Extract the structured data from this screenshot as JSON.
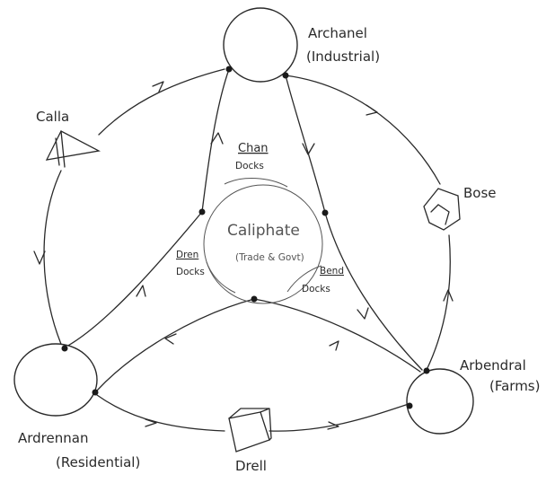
{
  "hubs": {
    "archanel": {
      "name": "Archanel",
      "role": "(Industrial)"
    },
    "ardrennan": {
      "name": "Ardrennan",
      "role": "(Residential)"
    },
    "arbendral": {
      "name": "Arbendral",
      "role": "(Farms)"
    },
    "caliphate": {
      "name": "Caliphate",
      "role": "(Trade & Govt)"
    }
  },
  "docks": {
    "chan": {
      "name": "Chan",
      "sub": "Docks"
    },
    "dren": {
      "name": "Dren",
      "sub": "Docks"
    },
    "bend": {
      "name": "Bend",
      "sub": "Docks"
    }
  },
  "outposts": {
    "calla": {
      "name": "Calla"
    },
    "bose": {
      "name": "Bose"
    },
    "drell": {
      "name": "Drell"
    }
  }
}
